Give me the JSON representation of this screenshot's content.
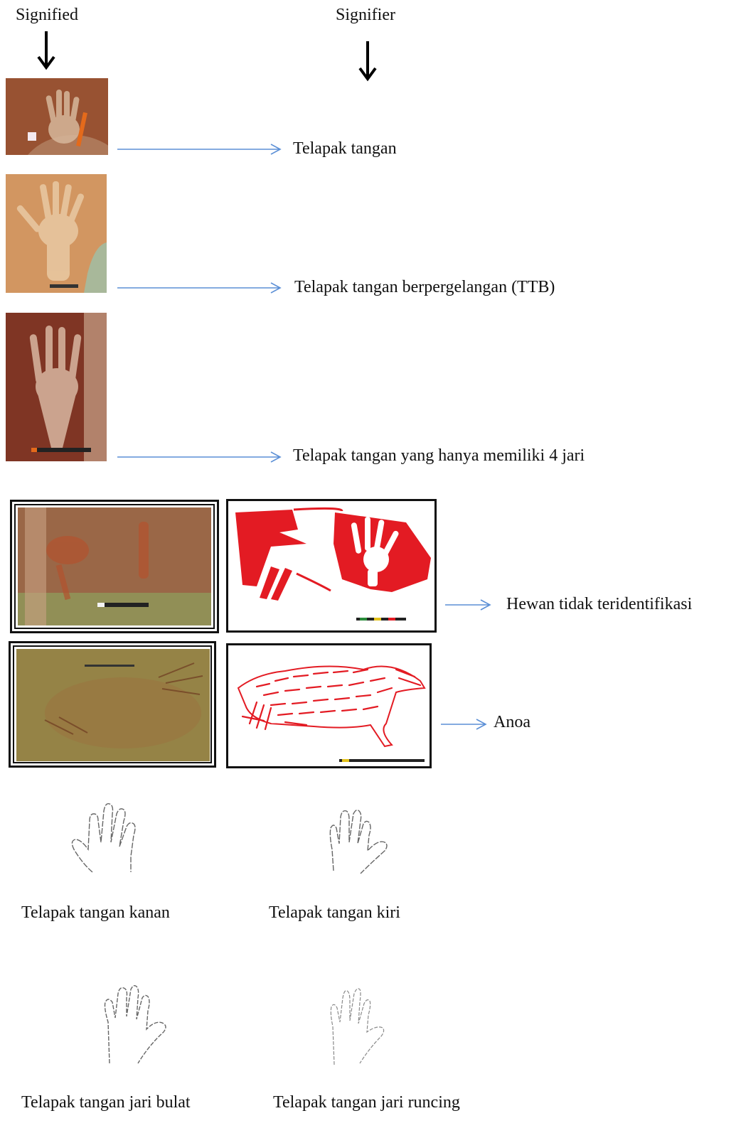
{
  "headers": {
    "signified": "Signified",
    "signifier": "Signifier"
  },
  "rows": [
    {
      "label": "Telapak tangan"
    },
    {
      "label": "Telapak tangan berpergelangan (TTB)"
    },
    {
      "label": "Telapak tangan yang hanya memiliki 4 jari"
    }
  ],
  "animals": [
    {
      "label": "Hewan tidak teridentifikasi"
    },
    {
      "label": "Anoa"
    }
  ],
  "hand_types": [
    {
      "label": "Telapak tangan kanan"
    },
    {
      "label": "Telapak tangan kiri"
    },
    {
      "label": "Telapak tangan jari bulat"
    },
    {
      "label": "Telapak tangan jari runcing"
    }
  ],
  "colors": {
    "arrow": "#5b8fd6",
    "trace_red": "#e31b23",
    "header_arrow": "#000000"
  }
}
